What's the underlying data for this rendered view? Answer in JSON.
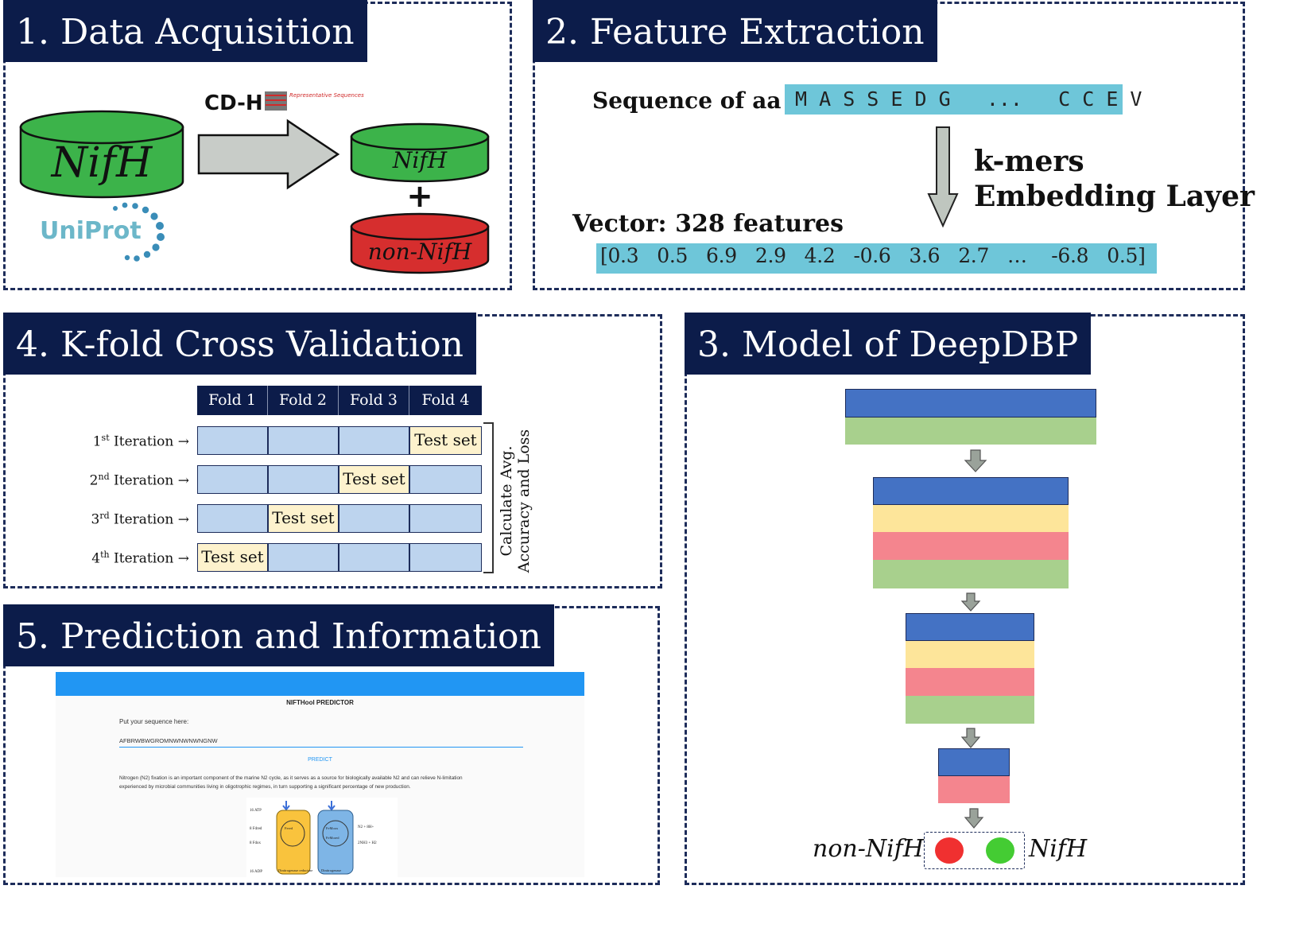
{
  "panels": {
    "p1": {
      "title": "1. Data Acquisition"
    },
    "p2": {
      "title": "2. Feature Extraction"
    },
    "p3": {
      "title": "3. Model of DeepDBP"
    },
    "p4": {
      "title": "4. K-fold Cross Validation"
    },
    "p5": {
      "title": "5. Prediction and Information"
    }
  },
  "acquisition": {
    "source_db": "NifH",
    "uniprot_logo": "UniProt",
    "cdhit_label": "CD-HIT",
    "cdhit_caption": "Representative Sequences",
    "out_pos": "NifH",
    "plus": "+",
    "out_neg": "non-NifH",
    "colors": {
      "cyl_green": "#3cb34a",
      "cyl_red": "#d62e2e",
      "arrow_grey": "#c8ccc8"
    }
  },
  "feature": {
    "seq_label": "Sequence of aa",
    "seq_value": "M A S S E D G   ...   C C E V",
    "method_line1": "k-mers",
    "method_line2": "Embedding Layer",
    "vec_label": "Vector: 328 features",
    "vec_value": "[0.3   0.5   6.9   2.9   4.2   -0.6   3.6   2.7   …    -6.8   0.5]",
    "colors": {
      "box": "#6ec6d9"
    }
  },
  "kfold": {
    "folds": [
      "Fold 1",
      "Fold 2",
      "Fold 3",
      "Fold 4"
    ],
    "iterations": [
      {
        "num": "1",
        "sup": "st",
        "rest": " Iteration →",
        "test_col": 3
      },
      {
        "num": "2",
        "sup": "nd",
        "rest": " Iteration →",
        "test_col": 2
      },
      {
        "num": "3",
        "sup": "rd",
        "rest": " Iteration →",
        "test_col": 1
      },
      {
        "num": "4",
        "sup": "th",
        "rest": " Iteration →",
        "test_col": 0
      }
    ],
    "test_label": "Test set",
    "side_line1": "Calculate Avg.",
    "side_line2": "Accuracy and Loss",
    "colors": {
      "header": "#0c1c4a",
      "cell": "#bdd4ee",
      "test": "#fdf2cd"
    }
  },
  "model": {
    "out_neg": "non-NifH",
    "out_pos": "NifH",
    "colors": {
      "blue": "#4472c4",
      "green": "#a8d08d",
      "yellow": "#fde59a",
      "red": "#f4858e",
      "dot_red": "#f03030",
      "dot_green": "#44cc33"
    }
  },
  "predict": {
    "app_title": "NIFTHool PREDICTOR",
    "prompt": "Put your sequence here:",
    "input_value": "AFBRWBWGROMNWNWNWNGNW",
    "button": "PREDICT",
    "desc_line1": "Nitrogen (N2) fixation is an important component of the marine N2 cycle, as it serves as a source for biologically available N2 and can relieve N-limitation",
    "desc_line2": "experienced by microbial communities living in oligotrophic regimes, in turn supporting a significant percentage of new production.",
    "fig": {
      "atp_in": "16 ATP",
      "fd_red": "8 Fdred",
      "fd_ox": "8 Fdox",
      "adp_out": "16 ADP",
      "n2_in": "N2 + 8H+",
      "nh3_out": "2NH3 + H2",
      "fe_label": "Fered",
      "mo_label": "FeMoox",
      "mo_label2": "FeMored",
      "dinitrogenase_reductase": "Dinitrogenase reductase",
      "dinitrogenase": "Dinitrogenase"
    },
    "colors": {
      "bar": "#2196f3",
      "fig_yellow": "#f9c33d",
      "fig_blue": "#7eb5e6"
    }
  }
}
